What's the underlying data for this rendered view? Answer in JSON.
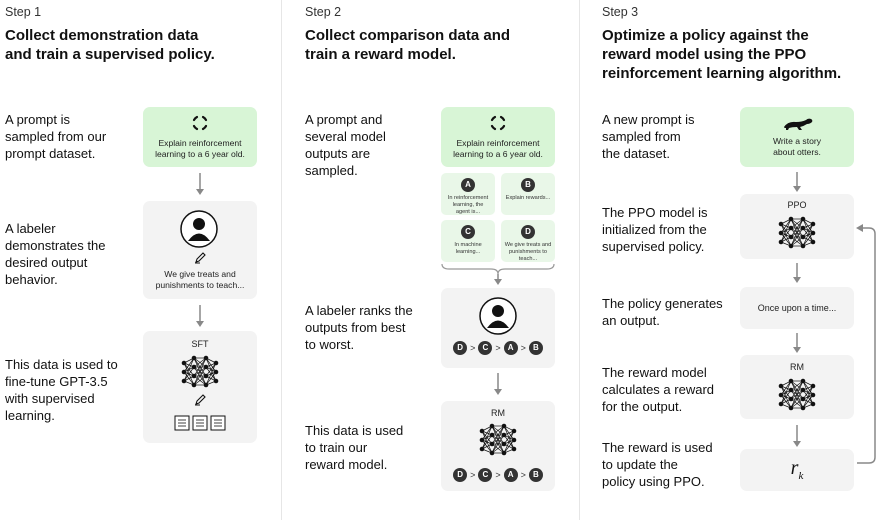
{
  "steps": [
    {
      "step_label": "Step 1",
      "heading": "Collect demonstration data\nand train a supervised policy.",
      "rows": [
        "A prompt is\nsampled from our\nprompt dataset.",
        "A labeler\ndemonstrates the\ndesired output\nbehavior.",
        "This data is used to\nfine-tune GPT-3.5\nwith supervised\nlearning."
      ],
      "prompt_card": "Explain reinforcement\nlearning to a 6 year old.",
      "labeler_text": "We give treats and\npunishments to teach...",
      "model_label": "SFT"
    },
    {
      "step_label": "Step 2",
      "heading": "Collect comparison data and\ntrain a reward model.",
      "rows": [
        "A prompt and\nseveral model\noutputs are\nsampled.",
        "A labeler ranks the\noutputs from best\nto worst.",
        "This data is used\nto train our\nreward model."
      ],
      "prompt_card": "Explain reinforcement\nlearning to a 6 year old.",
      "outputs": [
        {
          "badge": "A",
          "text": "In reinforcement\nlearning, the\nagent is..."
        },
        {
          "badge": "B",
          "text": "Explain rewards..."
        },
        {
          "badge": "C",
          "text": "In machine\nlearning..."
        },
        {
          "badge": "D",
          "text": "We give treats and\npunishments to\nteach..."
        }
      ],
      "ranking": [
        "D",
        "C",
        "A",
        "B"
      ],
      "model_label": "RM"
    },
    {
      "step_label": "Step 3",
      "heading": "Optimize a policy against the\nreward model using the PPO\nreinforcement learning algorithm.",
      "rows": [
        "A new prompt is\nsampled from\nthe dataset.",
        "The PPO model is\ninitialized from the\nsupervised policy.",
        "The policy generates\nan output.",
        "The reward model\ncalculates a reward\nfor the output.",
        "The reward is used\nto update the\npolicy using PPO."
      ],
      "prompt_card": "Write a story\nabout otters.",
      "ppo_label": "PPO",
      "output_text": "Once upon a time...",
      "rm_label": "RM",
      "reward_symbol": "r",
      "reward_subscript": "k"
    }
  ]
}
